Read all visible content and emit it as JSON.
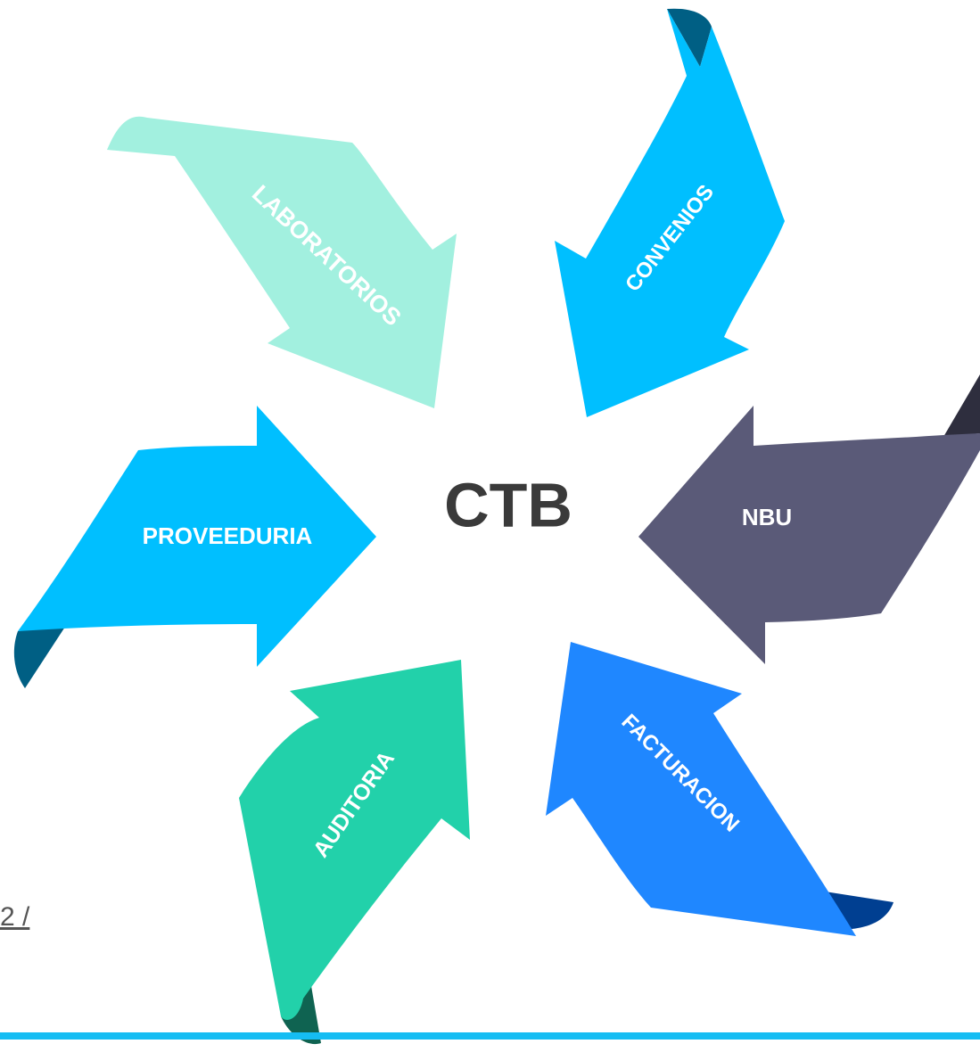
{
  "center": {
    "label": "CTB"
  },
  "arrows": {
    "laboratorios": {
      "label": "LABORATORIOS",
      "color": "#a2f0df"
    },
    "convenios": {
      "label": "CONVENIOS",
      "color": "#00bfff",
      "tail_color": "#005f84"
    },
    "nbu": {
      "label": "NBU",
      "color": "#5a5a78",
      "tail_color": "#2e2e3e"
    },
    "facturacion": {
      "label": "FACTURACION",
      "color": "#1f87ff",
      "tail_color": "#003f91"
    },
    "auditoria": {
      "label": "AUDITORIA",
      "color": "#22d1aa",
      "tail_color": "#0f6351"
    },
    "proveeduria": {
      "label": "PROVEEDURIA",
      "color": "#00bfff",
      "tail_color": "#005f84"
    }
  },
  "page_fragment": {
    "text": "2 /"
  },
  "accent_line_color": "#15bdf3"
}
